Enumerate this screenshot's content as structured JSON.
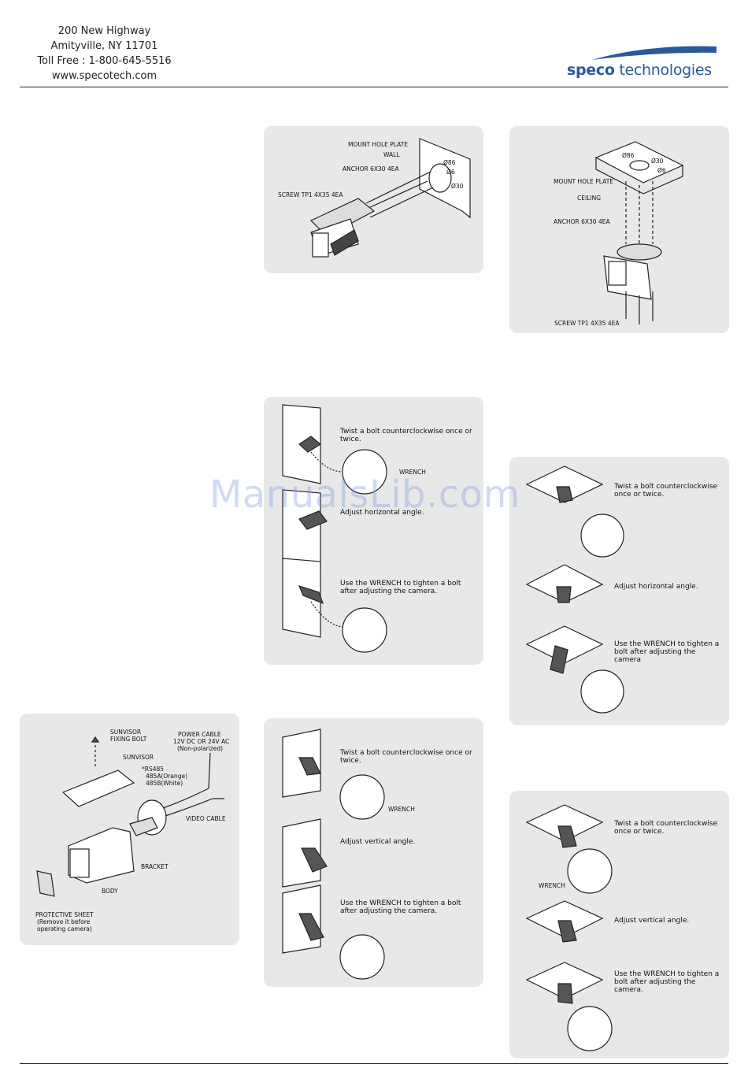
{
  "header": {
    "address_line1": "200 New Highway",
    "address_line2": "Amityville, NY 11701",
    "phone": "Toll Free : 1-800-645-5516",
    "website": "www.specotech.com",
    "logo_bold": "speco",
    "logo_rest": " technologies"
  },
  "watermark": "ManualsLib.com",
  "wall_mount": {
    "mount_hole_plate": "MOUNT HOLE PLATE",
    "wall": "WALL",
    "anchor": "ANCHOR 6x30 4EA",
    "screw": "SCREW TP1 4x35 4EA",
    "dim1": "Ø86",
    "dim2": "Ø6",
    "dim3": "Ø30"
  },
  "ceiling_mount": {
    "mount_hole_plate": "MOUNT HOLE PLATE",
    "ceiling": "CEILING",
    "anchor": "ANCHOR 6x30 4EA",
    "screw": "SCREW TP1 4x35 4EA",
    "dim1": "Ø86",
    "dim2": "Ø30",
    "dim3": "Ø6"
  },
  "wall_horizontal": {
    "step1": "Twist a bolt counterclockwise once or twice.",
    "wrench": "WRENCH",
    "step2": "Adjust horizontal angle.",
    "step3": "Use the WRENCH to tighten a bolt after adjusting the camera."
  },
  "ceiling_horizontal": {
    "step1": "Twist a bolt counterclockwise once or twice.",
    "step2": "Adjust horizontal angle.",
    "step3": "Use the WRENCH to tighten a bolt after adjusting the camera"
  },
  "wall_vertical": {
    "step1": "Twist a bolt counterclockwise once or twice.",
    "wrench": "WRENCH",
    "step2": "Adjust vertical angle.",
    "step3": "Use the WRENCH to tighten a bolt after adjusting the camera."
  },
  "ceiling_vertical": {
    "step1": "Twist a bolt counterclockwise once or twice.",
    "wrench": "WRENCH",
    "step2": "Adjust vertical angle.",
    "step3": "Use the WRENCH to tighten a bolt after adjusting the camera."
  },
  "parts": {
    "sunvisor_bolt_1": "SUNVISOR",
    "sunvisor_bolt_2": "FIXING BOLT",
    "sunvisor": "SUNVISOR",
    "power_1": "POWER CABLE",
    "power_2": "12V DC or 24V AC",
    "power_3": "(Non-polarized)",
    "rs485_1": "*RS485",
    "rs485_2": "485A(Orange)",
    "rs485_3": "485B(White)",
    "video": "VIDEO CABLE",
    "bracket": "BRACKET",
    "body": "BODY",
    "sheet_1": "PROTECTIVE SHEET",
    "sheet_2": "(Remove it before",
    "sheet_3": "operating camera)"
  }
}
